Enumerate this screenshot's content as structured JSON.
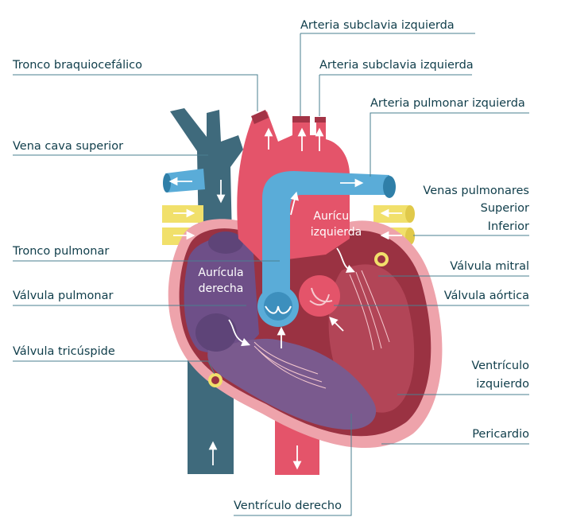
{
  "labels": {
    "left": {
      "tronco_braquiocefalico": "Tronco braquiocefálico",
      "vena_cava_superior": "Vena cava superior",
      "tronco_pulmonar": "Tronco pulmonar",
      "valvula_pulmonar": "Válvula pulmonar",
      "valvula_tricuspide": "Válvula tricúspide"
    },
    "top": {
      "arteria_subclavia_1": "Arteria subclavia izquierda",
      "arteria_subclavia_2": "Arteria subclavia izquierda",
      "arteria_pulmonar": "Arteria pulmonar izquierda"
    },
    "right": {
      "venas_pulmonares": "Venas pulmonares",
      "superior": "Superior",
      "inferior": "Inferior",
      "valvula_mitral": "Válvula mitral",
      "valvula_aortica": "Válvula aórtica",
      "ventriculo_izq_1": "Ventrículo",
      "ventriculo_izq_2": "izquierdo",
      "pericardio": "Pericardio"
    },
    "bottom": {
      "ventriculo_derecho": "Ventrículo derecho"
    },
    "inside": {
      "auricula_derecha_1": "Aurícula",
      "auricula_derecha_2": "derecha",
      "auricula_izquierda_1": "Aurícula",
      "auricula_izquierda_2": "izquierda"
    }
  },
  "colors": {
    "vena_cava": "#3f6a7c",
    "aorta": "#e4546a",
    "pulmonar": "#5aacd8",
    "pericardio": "#eea3ab",
    "miocardio": "#9a3242",
    "ventriculo_izq": "#b24557",
    "ventriculo_der": "#7a5a8e",
    "auricula_der": "#6e4f88",
    "venas_pulm": "#f1e06b",
    "leader": "#4a7f8f"
  }
}
